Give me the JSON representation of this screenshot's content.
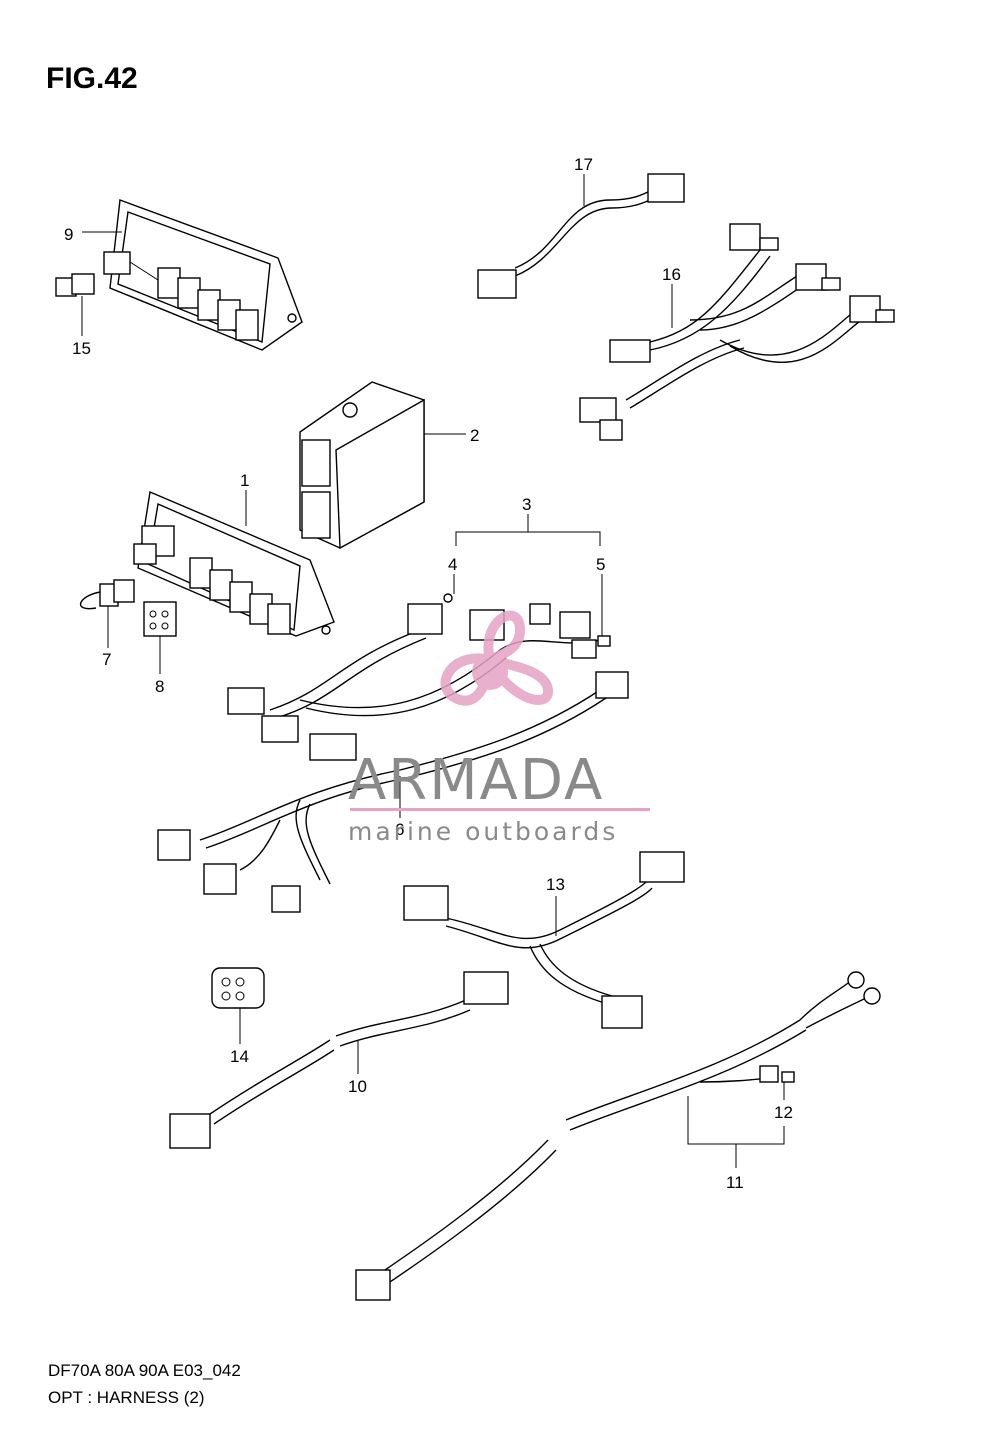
{
  "figure": {
    "title": "FIG.42",
    "model_line": "DF70A 80A 90A E03_042",
    "subtitle": "OPT : HARNESS (2)"
  },
  "watermark": {
    "brand": "ARMADA",
    "tagline": "marine outboards",
    "accent_color": "#e6a3c6",
    "text_color": "#8a8a8a"
  },
  "callouts": [
    "1",
    "2",
    "3",
    "4",
    "5",
    "6",
    "7",
    "8",
    "9",
    "10",
    "11",
    "12",
    "13",
    "14",
    "15",
    "16",
    "17"
  ]
}
